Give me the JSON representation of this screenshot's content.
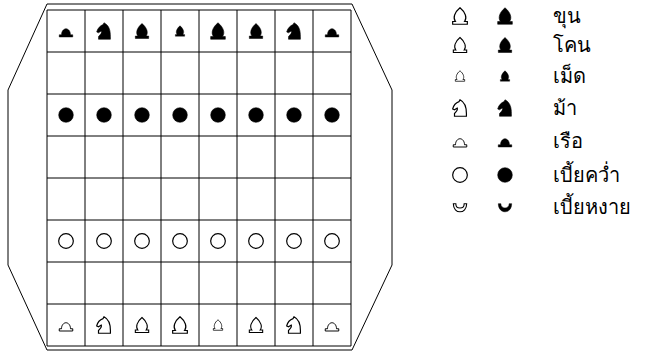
{
  "diagram": {
    "legend": [
      {
        "text": "ขุน"
      },
      {
        "text": "โคน"
      },
      {
        "text": "เม็ด"
      },
      {
        "text": "ม้า"
      },
      {
        "text": "เรือ"
      },
      {
        "text": "เบี้ยคว่ำ"
      },
      {
        "text": "เบี้ยหงาย"
      }
    ]
  }
}
